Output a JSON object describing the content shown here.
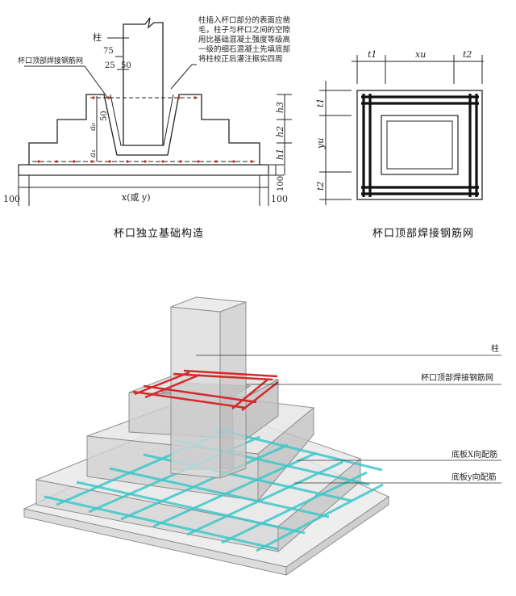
{
  "section_view": {
    "caption": "杯口独立基础构造",
    "label_column": "柱",
    "label_top_mesh": "杯口顶部焊接钢筋网",
    "note_lines": [
      "柱插入杯口部分的表面应凿",
      "毛，柱子与杯口之间的空隙",
      "用比基础混凝土强度等级高",
      "一级的细石混凝土先填底部",
      "将柱校正后灌注振实四周"
    ],
    "dim_75": "75",
    "dim_25": "25",
    "dim_50_top": "50",
    "dim_50_side": "50",
    "dim_a0": "a₀",
    "dim_a1": "a₁",
    "dim_h3": "h3",
    "dim_h2": "h2",
    "dim_h1": "h1",
    "dim_100_bottom": "100",
    "dim_100_left": "100",
    "dim_100_right": "100",
    "dim_x": "x(或 y)"
  },
  "plan_view": {
    "caption": "杯口顶部焊接钢筋网",
    "dim_t1_top": "t1",
    "dim_xu": "xu",
    "dim_t2_top": "t2",
    "dim_t1_left": "t1",
    "dim_yu": "yu",
    "dim_t2_left": "t2"
  },
  "iso_view": {
    "label_column": "柱",
    "label_top_mesh": "杯口顶部焊接钢筋网",
    "label_x_rebar": "底板X向配筋",
    "label_y_rebar": "底板y向配筋",
    "mesh_color": "#d42a2a",
    "rebar_color": "#3fc7c9"
  }
}
